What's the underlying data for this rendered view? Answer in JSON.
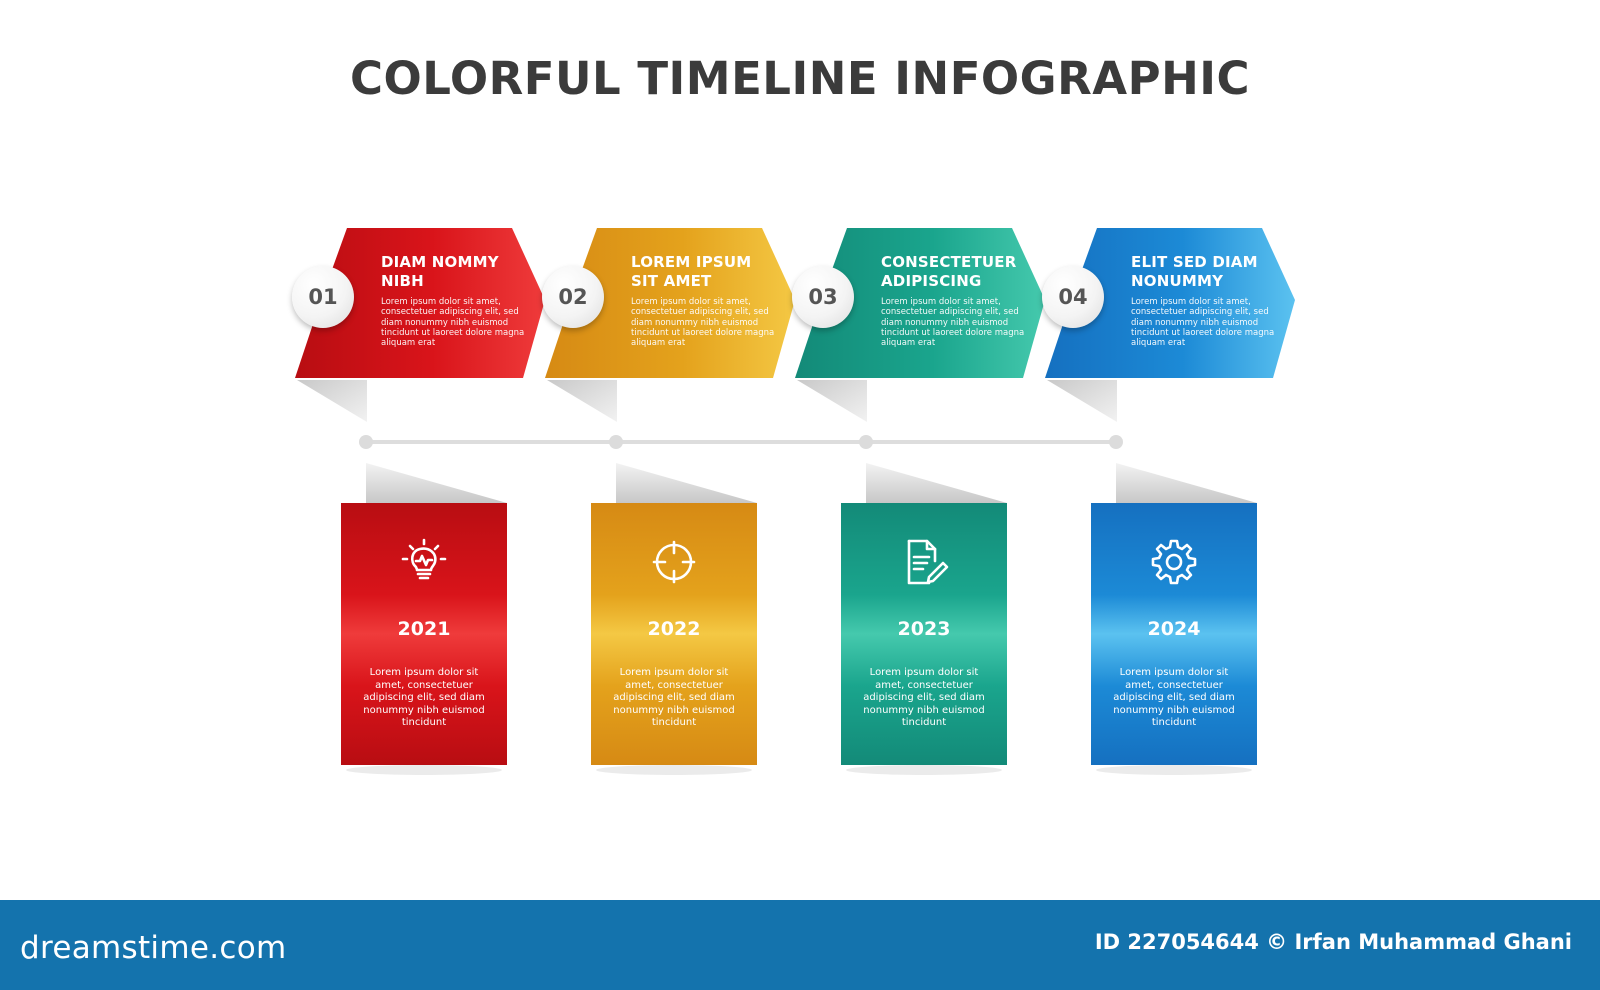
{
  "title": "COLORFUL TIMELINE INFOGRAPHIC",
  "steps": [
    {
      "number": "01",
      "heading": "DIAM NOMMY\nNIBH",
      "text": "Lorem ipsum dolor sit amet, consectetuer adipiscing elit, sed diam nonummy nibh euismod tincidunt ut laoreet dolore magna aliquam erat",
      "year": "2021",
      "card_text": "Lorem ipsum dolor sit amet, consectetuer adipiscing elit, sed diam nonummy nibh euismod tincidunt",
      "icon": "lightbulb-icon",
      "color": "#d9141a",
      "color_light": "#ef3b3b",
      "color_dark": "#b80d12"
    },
    {
      "number": "02",
      "heading": "LOREM IPSUM\nSIT AMET",
      "text": "Lorem ipsum dolor sit amet, consectetuer adipiscing elit, sed diam nonummy nibh euismod tincidunt ut laoreet dolore magna aliquam erat",
      "year": "2022",
      "card_text": "Lorem ipsum dolor sit amet, consectetuer adipiscing elit, sed diam nonummy nibh euismod tincidunt",
      "icon": "target-icon",
      "color": "#e4a21c",
      "color_light": "#f4c844",
      "color_dark": "#d68a14"
    },
    {
      "number": "03",
      "heading": "CONSECTETUER\nADIPISCING",
      "text": "Lorem ipsum dolor sit amet, consectetuer adipiscing elit, sed diam nonummy nibh euismod tincidunt ut laoreet dolore magna aliquam erat",
      "year": "2023",
      "card_text": "Lorem ipsum dolor sit amet, consectetuer adipiscing elit, sed diam nonummy nibh euismod tincidunt",
      "icon": "document-edit-icon",
      "color": "#1aa58d",
      "color_light": "#45c9ad",
      "color_dark": "#138a78"
    },
    {
      "number": "04",
      "heading": "ELIT SED DIAM\nNONUMMY",
      "text": "Lorem ipsum dolor sit amet, consectetuer adipiscing elit, sed diam nonummy nibh euismod tincidunt ut laoreet dolore magna aliquam erat",
      "year": "2024",
      "card_text": "Lorem ipsum dolor sit amet, consectetuer adipiscing elit, sed diam nonummy nibh euismod tincidunt",
      "icon": "gear-icon",
      "color": "#1c8ad6",
      "color_light": "#5bc2f0",
      "color_dark": "#1570c0"
    }
  ],
  "footer": {
    "logo": "dreamstime.com",
    "credit": "ID 227054644 © Irfan Muhammad Ghani",
    "color": "#1473ad"
  }
}
